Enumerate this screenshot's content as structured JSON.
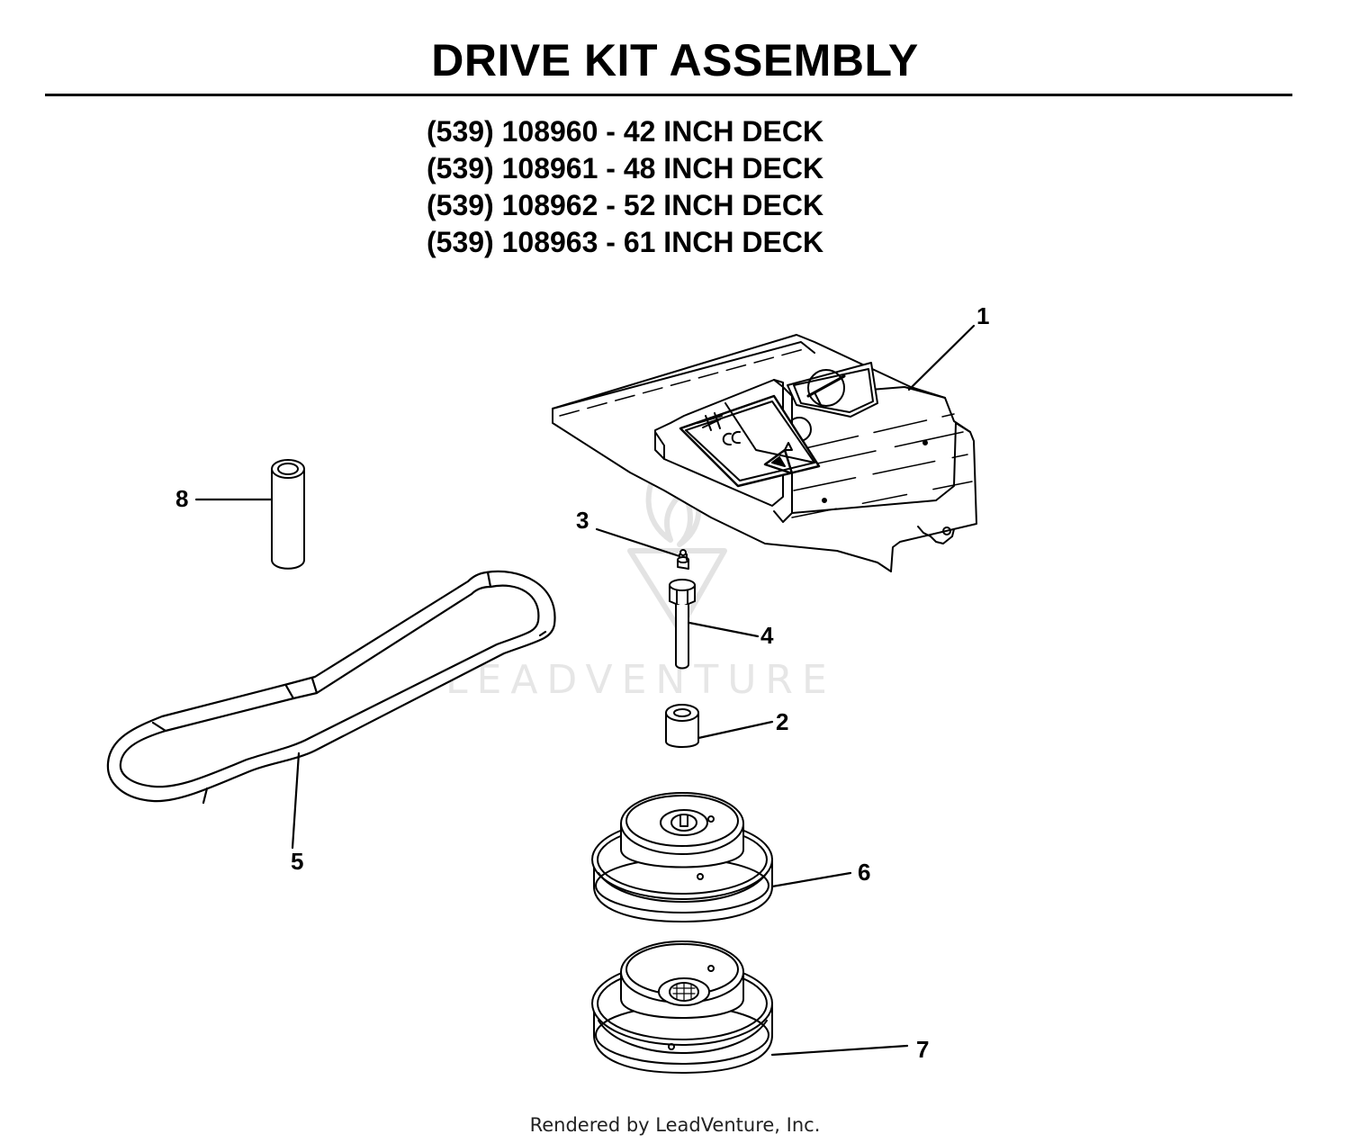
{
  "header": {
    "title": "DRIVE KIT ASSEMBLY",
    "models": [
      "(539) 108960 - 42 INCH DECK",
      "(539) 108961 - 48 INCH DECK",
      "(539) 108962 - 52 INCH DECK",
      "(539) 108963 - 61 INCH DECK"
    ]
  },
  "watermark": {
    "text": "LEADVENTURE"
  },
  "callouts": {
    "c1": "1",
    "c2": "2",
    "c3": "3",
    "c4": "4",
    "c5": "5",
    "c6": "6",
    "c7": "7",
    "c8": "8"
  },
  "footer": {
    "credit": "Rendered by LeadVenture, Inc."
  }
}
